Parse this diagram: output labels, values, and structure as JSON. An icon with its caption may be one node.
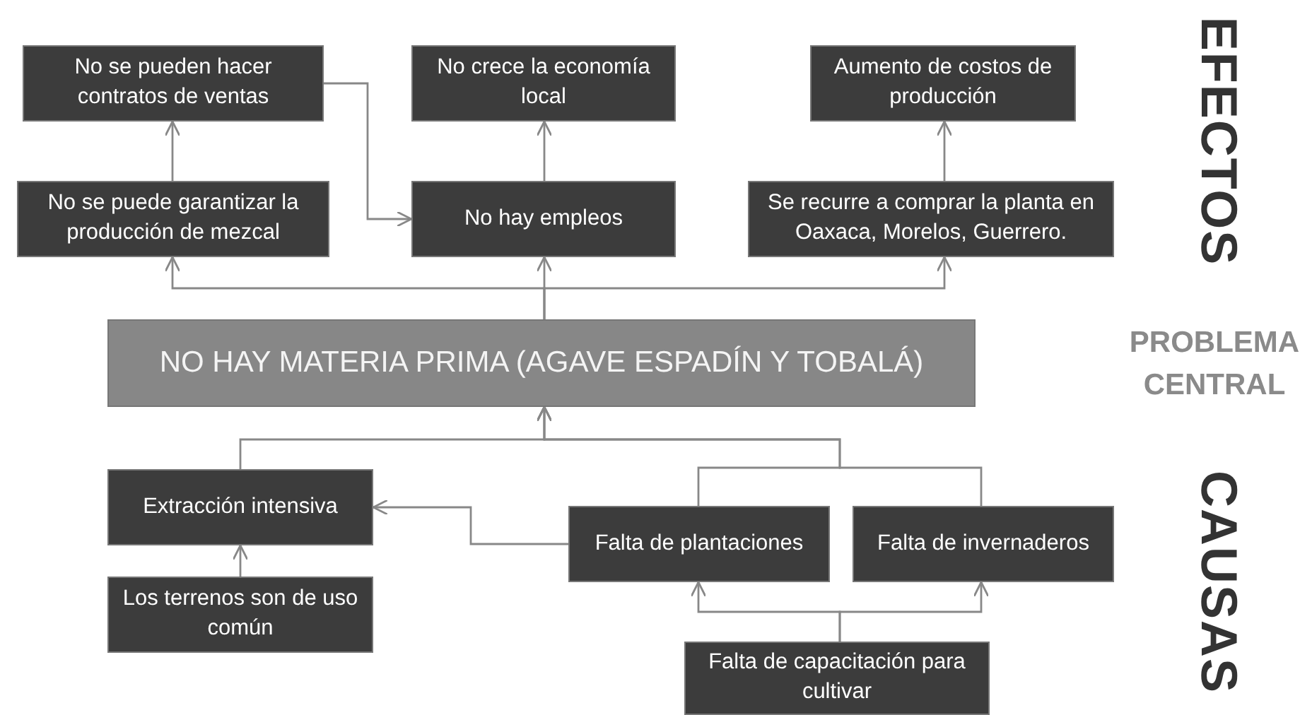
{
  "diagram": {
    "nodes": [
      {
        "text": [
          "No se pueden hacer contratos de ventas"
        ]
      },
      {
        "text": [
          "No crece la economía local"
        ]
      },
      {
        "text": [
          "Aumento de costos de producción"
        ]
      },
      {
        "text": [
          "No se puede garantizar la producción de mezcal"
        ]
      },
      {
        "text": [
          "No hay empleos"
        ]
      },
      {
        "text": [
          "Se recurre a comprar la planta en Oaxaca, Morelos, Guerrero."
        ]
      },
      {
        "text": [
          "NO HAY MATERIA PRIMA (AGAVE ESPADÍN Y TOBALÁ)"
        ]
      },
      {
        "text": [
          "Extracción intensiva"
        ]
      },
      {
        "text": [
          "Falta de plantaciones"
        ]
      },
      {
        "text": [
          "Falta de invernaderos"
        ]
      },
      {
        "text": [
          "Los terrenos son de uso común"
        ]
      },
      {
        "text": [
          "Falta de capacitación para cultivar"
        ]
      }
    ],
    "edges": [
      {
        "from": 3,
        "to": 0,
        "arrow": "to"
      },
      {
        "from": 4,
        "to": 1,
        "arrow": "to"
      },
      {
        "from": 5,
        "to": 2,
        "arrow": "to"
      },
      {
        "from": 0,
        "to": 4,
        "arrow": "to"
      },
      {
        "from": 6,
        "to": 3,
        "arrow": "to"
      },
      {
        "from": 6,
        "to": 4,
        "arrow": "to"
      },
      {
        "from": 6,
        "to": 5,
        "arrow": "to"
      },
      {
        "from": 7,
        "to": 6,
        "arrow": "to"
      },
      {
        "from": 8,
        "to": 6,
        "arrow": "to"
      },
      {
        "from": 9,
        "to": 6,
        "arrow": "to"
      },
      {
        "from": 8,
        "to": 7,
        "arrow": "to"
      },
      {
        "from": 10,
        "to": 7,
        "arrow": "to"
      },
      {
        "from": 11,
        "to": 8,
        "arrow": "to"
      },
      {
        "from": 11,
        "to": 9,
        "arrow": "to"
      }
    ],
    "labels": [
      "EFECTOS",
      "PROBLEMA CENTRAL",
      "CAUSAS"
    ]
  }
}
